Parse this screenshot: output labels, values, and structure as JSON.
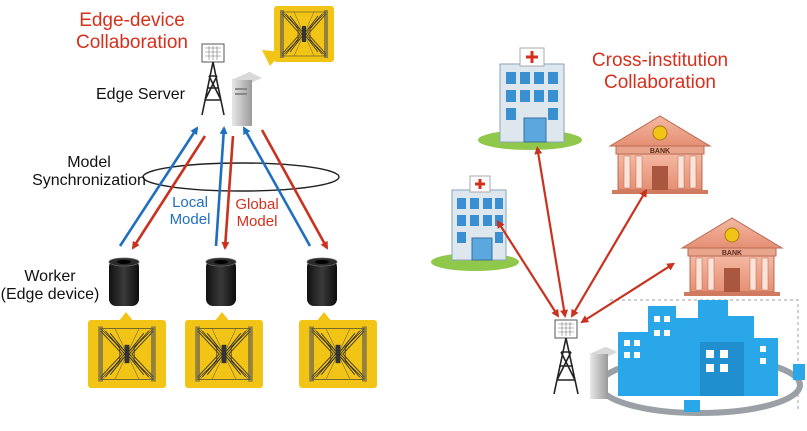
{
  "left": {
    "title_line1": "Edge-device",
    "title_line2": "Collaboration",
    "edge_server_label": "Edge Server",
    "sync_line1": "Model",
    "sync_line2": "Synchronization",
    "local_line1": "Local",
    "local_line2": "Model",
    "global_line1": "Global",
    "global_line2": "Model",
    "worker_line1": "Worker",
    "worker_line2": "(Edge device)"
  },
  "right": {
    "title_line1": "Cross-institution",
    "title_line2": "Collaboration",
    "bank_sign": "BANK"
  },
  "colors": {
    "title_red": "#d6301d",
    "local_blue": "#1f6fc0",
    "global_red": "#c8321e",
    "bubble_yellow": "#f2c416",
    "city_blue": "#2aa7e8",
    "bank_salmon": "#f0a088",
    "hospital_blue": "#3a8fd0",
    "grass_green": "#8fc84a"
  }
}
